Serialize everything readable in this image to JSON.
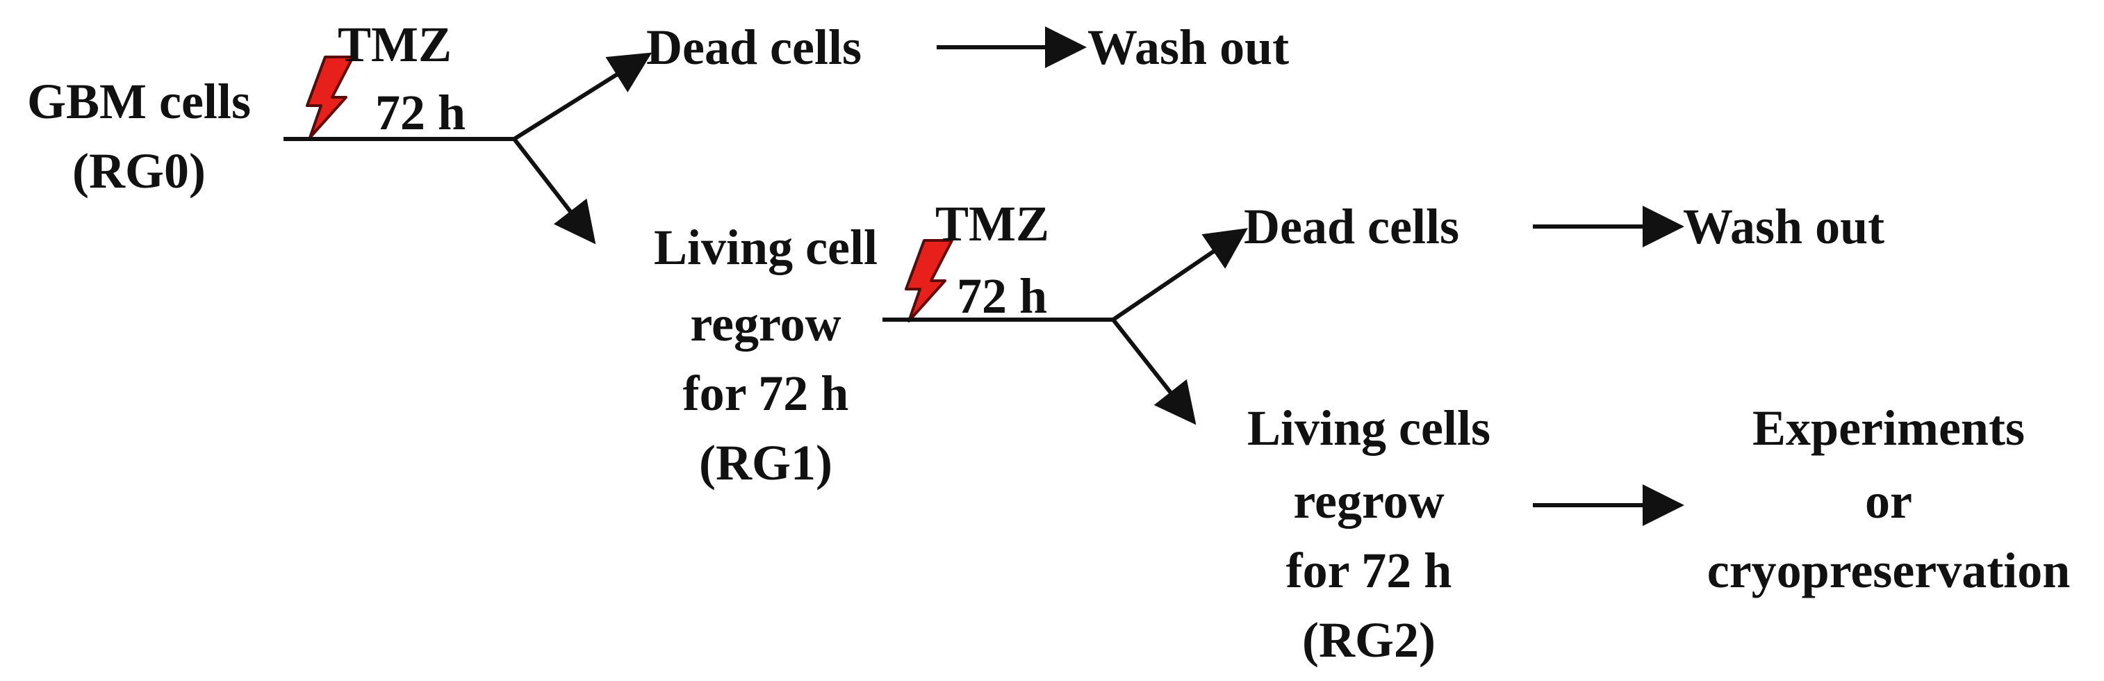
{
  "stage0": {
    "line1": "GBM cells",
    "line2": "(RG0)"
  },
  "treatment1": {
    "drug": "TMZ",
    "duration": "72 h"
  },
  "branch1": {
    "dead": "Dead cells",
    "outcome": "Wash out"
  },
  "stage1": {
    "line1": "Living cell",
    "line2": "regrow",
    "line3": "for 72 h",
    "line4": "(RG1)"
  },
  "treatment2": {
    "drug": "TMZ",
    "duration": "72 h"
  },
  "branch2": {
    "dead": "Dead cells",
    "outcome": "Wash out"
  },
  "stage2": {
    "line1": "Living cells",
    "line2": "regrow",
    "line3": "for 72 h",
    "line4": "(RG2)"
  },
  "final": {
    "line1": "Experiments",
    "line2": "or",
    "line3": "cryopreservation"
  },
  "colors": {
    "text": "#111111",
    "bolt": "#e8201b",
    "bolt_outline": "#5a0a08"
  },
  "icons": {
    "treatment": "lightning-bolt-icon"
  }
}
